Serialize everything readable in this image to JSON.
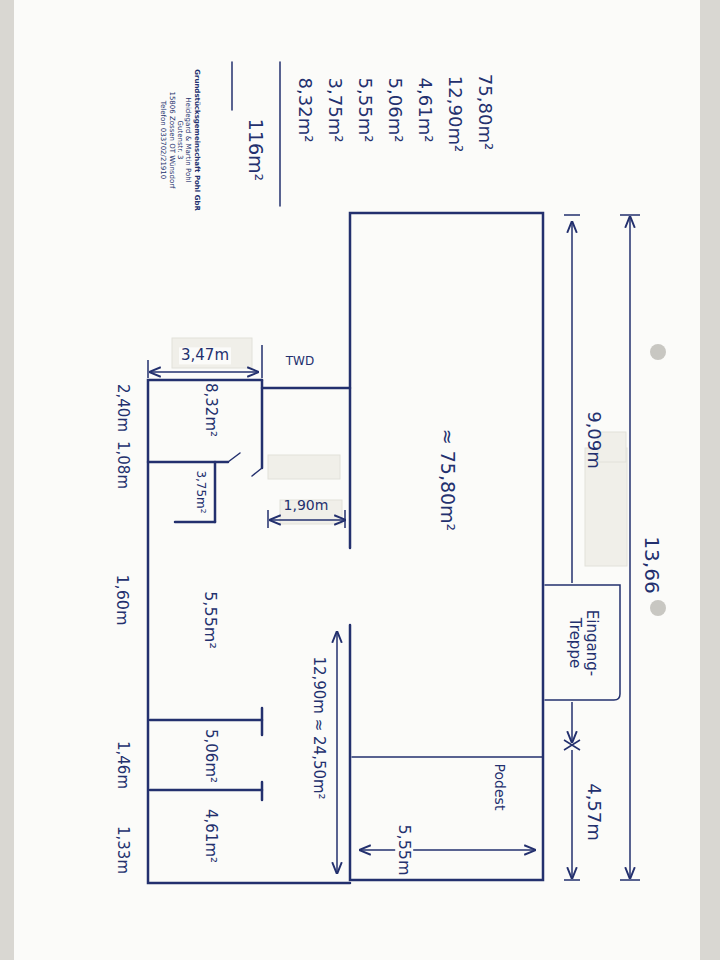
{
  "diagram": {
    "nodes": [
      {
        "text": [
          "≈ 75,80m²"
        ]
      },
      {
        "text": [
          "Podest"
        ],
        "in": 0
      },
      {
        "text": [
          "Eingang- Treppe"
        ]
      },
      {
        "text": [
          "8,32m²"
        ]
      },
      {
        "text": [
          "3,75m²"
        ]
      },
      {
        "text": [
          "5,55m²"
        ]
      },
      {
        "text": [
          "5,06m²"
        ]
      },
      {
        "text": [
          "4,61m²"
        ]
      }
    ],
    "labels": [
      "Grundstücksgemeinschaft Pohl GbR",
      "Heidegard & Martin Pohl",
      "Gutenstr. 3",
      "15806 Zossen OT Wünsdorf",
      "Telefon 033702/21910",
      "75,80m²",
      "12,90m²",
      "4,61m²",
      "5,06m²",
      "5,55m²",
      "3,75m²",
      "8,32m²",
      "116m²",
      "13,66",
      "9,09m",
      "4,57m",
      "3,47m",
      "TWD",
      "1,90m",
      "12,90m ≈ 24,50m²",
      "5,55m",
      "2,40m",
      "1,08m",
      "1,60m",
      "1,46m",
      "1,33m"
    ]
  }
}
